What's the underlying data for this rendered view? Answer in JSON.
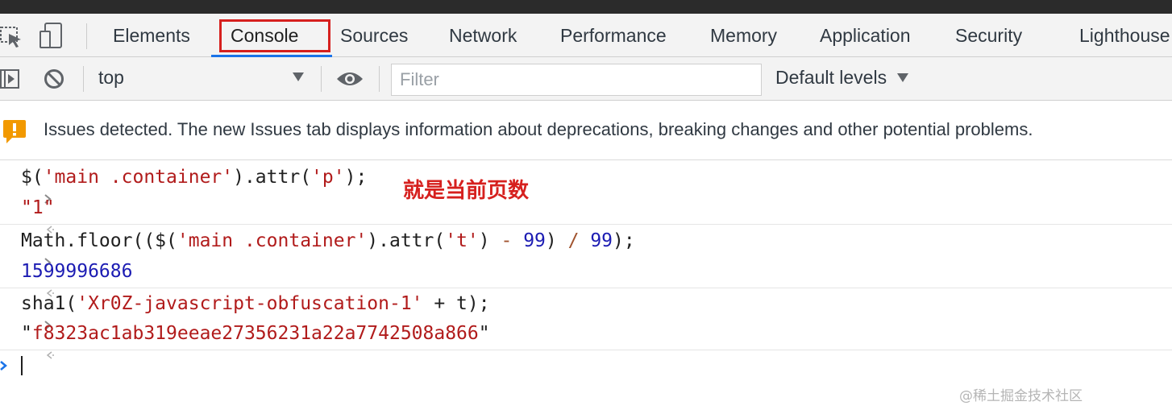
{
  "tabs": [
    {
      "label": "Elements"
    },
    {
      "label": "Console"
    },
    {
      "label": "Sources"
    },
    {
      "label": "Network"
    },
    {
      "label": "Performance"
    },
    {
      "label": "Memory"
    },
    {
      "label": "Application"
    },
    {
      "label": "Security"
    },
    {
      "label": "Lighthouse"
    }
  ],
  "active_tab": "Console",
  "toolbar": {
    "context": "top",
    "filter_placeholder": "Filter",
    "levels": "Default levels"
  },
  "issues_banner": {
    "text": "Issues detected. The new Issues tab displays information about deprecations, breaking changes and other potential problems."
  },
  "console": {
    "entries": [
      {
        "input_parts": [
          "$(",
          "'main .container'",
          ").attr(",
          "'p'",
          ");"
        ],
        "output": "\"1\""
      },
      {
        "input_parts": [
          "Math.floor(($(",
          "'main .container'",
          ").attr(",
          "'t'",
          ") ",
          "-",
          " ",
          "99",
          ") ",
          "/",
          " ",
          "99",
          ");"
        ],
        "output": "1599996686"
      },
      {
        "input_parts": [
          "sha1(",
          "'Xr0Z-javascript-obfuscation-1'",
          " + t);"
        ],
        "output_parts": [
          "\"",
          "f8323ac1ab319eeae27356231a22a7742508a866",
          "\""
        ]
      }
    ]
  },
  "annotation": "就是当前页数",
  "watermark": "@稀土掘金技术社区",
  "colors": {
    "highlight_box": "#d6201e",
    "active_underline": "#1a73e8",
    "string": "#b11b1b",
    "number": "#1c1cb3",
    "prompt_active": "#1a73e8"
  }
}
